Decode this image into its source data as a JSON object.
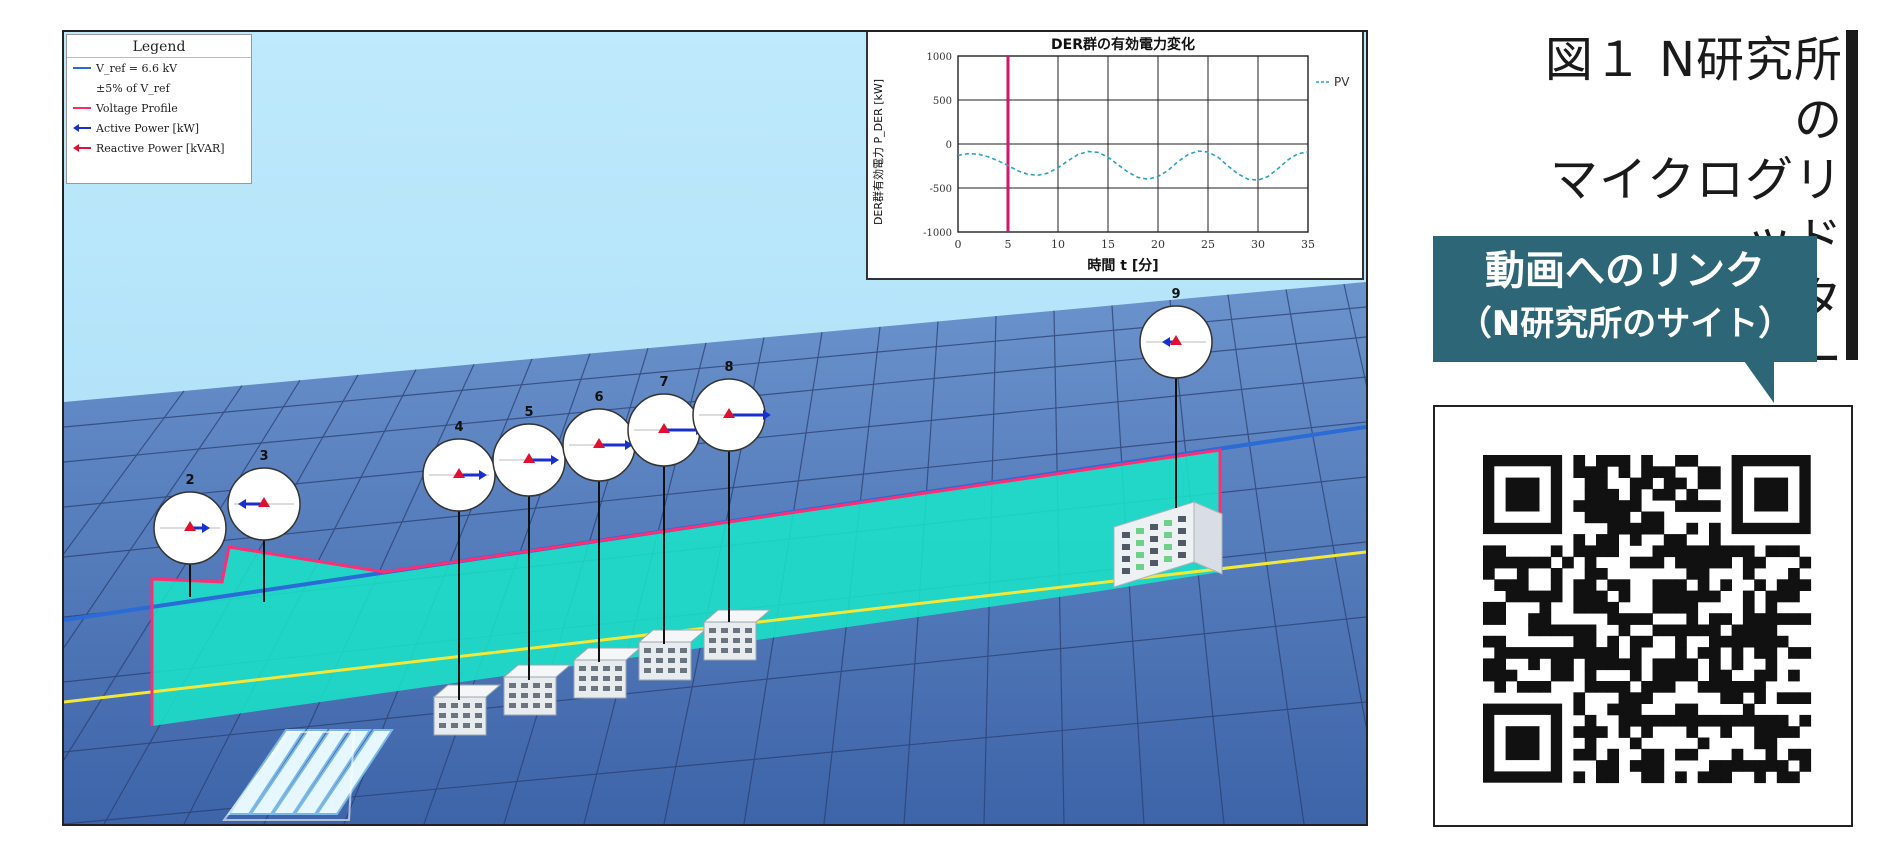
{
  "legend": {
    "title": "Legend",
    "items": [
      {
        "label": "V_ref = 6.6 kV",
        "kind": "line",
        "color": "#2a6bd6"
      },
      {
        "label": "±5% of V_ref",
        "kind": "none",
        "color": "#888888"
      },
      {
        "label": "Voltage Profile",
        "kind": "line",
        "color": "#ff2d55"
      },
      {
        "label": "Active Power [kW]",
        "kind": "arrow",
        "color": "#1a2fd0"
      },
      {
        "label": "Reactive Power [kVAR]",
        "kind": "arrow",
        "color": "#e01030"
      }
    ]
  },
  "chart_data": {
    "type": "line",
    "title": "DER群の有効電力変化",
    "xlabel": "時間 t [分]",
    "ylabel": "DER群有効電力 P_DER [kW]",
    "xlim": [
      0,
      35
    ],
    "ylim": [
      -1000,
      1000
    ],
    "xticks": [
      0,
      5,
      10,
      15,
      20,
      25,
      30,
      35
    ],
    "yticks": [
      1000,
      500,
      0,
      -500,
      -1000
    ],
    "legend_position": "top-right",
    "current_time_marker": 5,
    "series": [
      {
        "name": "PV",
        "style": "dashed",
        "color": "#2aa0c8",
        "x": [
          0,
          1,
          2,
          3,
          4,
          5,
          6,
          7,
          8,
          9,
          10,
          11,
          12,
          13,
          14,
          15,
          16,
          17,
          18,
          19,
          20,
          21,
          22,
          23,
          24,
          25,
          26,
          27,
          28,
          29,
          30,
          31,
          32,
          33,
          34,
          35
        ],
        "y": [
          -130,
          -110,
          -115,
          -145,
          -190,
          -245,
          -305,
          -345,
          -355,
          -330,
          -270,
          -190,
          -120,
          -85,
          -95,
          -150,
          -235,
          -320,
          -380,
          -400,
          -370,
          -300,
          -200,
          -120,
          -80,
          -90,
          -150,
          -250,
          -340,
          -400,
          -410,
          -370,
          -280,
          -180,
          -110,
          -90
        ]
      }
    ]
  },
  "nodes": [
    {
      "label": "2",
      "p": 0.3,
      "q": 0.0
    },
    {
      "label": "3",
      "p": -0.45,
      "q": 0.0
    },
    {
      "label": "4",
      "p": 0.5,
      "q": 0.05
    },
    {
      "label": "5",
      "p": 0.55,
      "q": 0.05
    },
    {
      "label": "6",
      "p": 0.65,
      "q": 0.05
    },
    {
      "label": "7",
      "p": 0.8,
      "q": 0.05
    },
    {
      "label": "8",
      "p": 0.85,
      "q": 0.05
    },
    {
      "label": "9",
      "p": -0.15,
      "q": 0.1
    }
  ],
  "colors": {
    "sky": "#bfe8fb",
    "ground": "#4f77b8",
    "voltage_fill": "#19e6c9",
    "voltage_line": "#ff2d75",
    "vref_line": "#2a6bd6",
    "band_line": "#f2e83a",
    "link_bg": "#2d6676"
  },
  "side": {
    "title_lines": [
      "図１ N研究所の",
      "マイクログリッド",
      "シミュレーター"
    ],
    "link_line1": "動画へのリンク",
    "link_line2": "（N研究所のサイト）"
  }
}
